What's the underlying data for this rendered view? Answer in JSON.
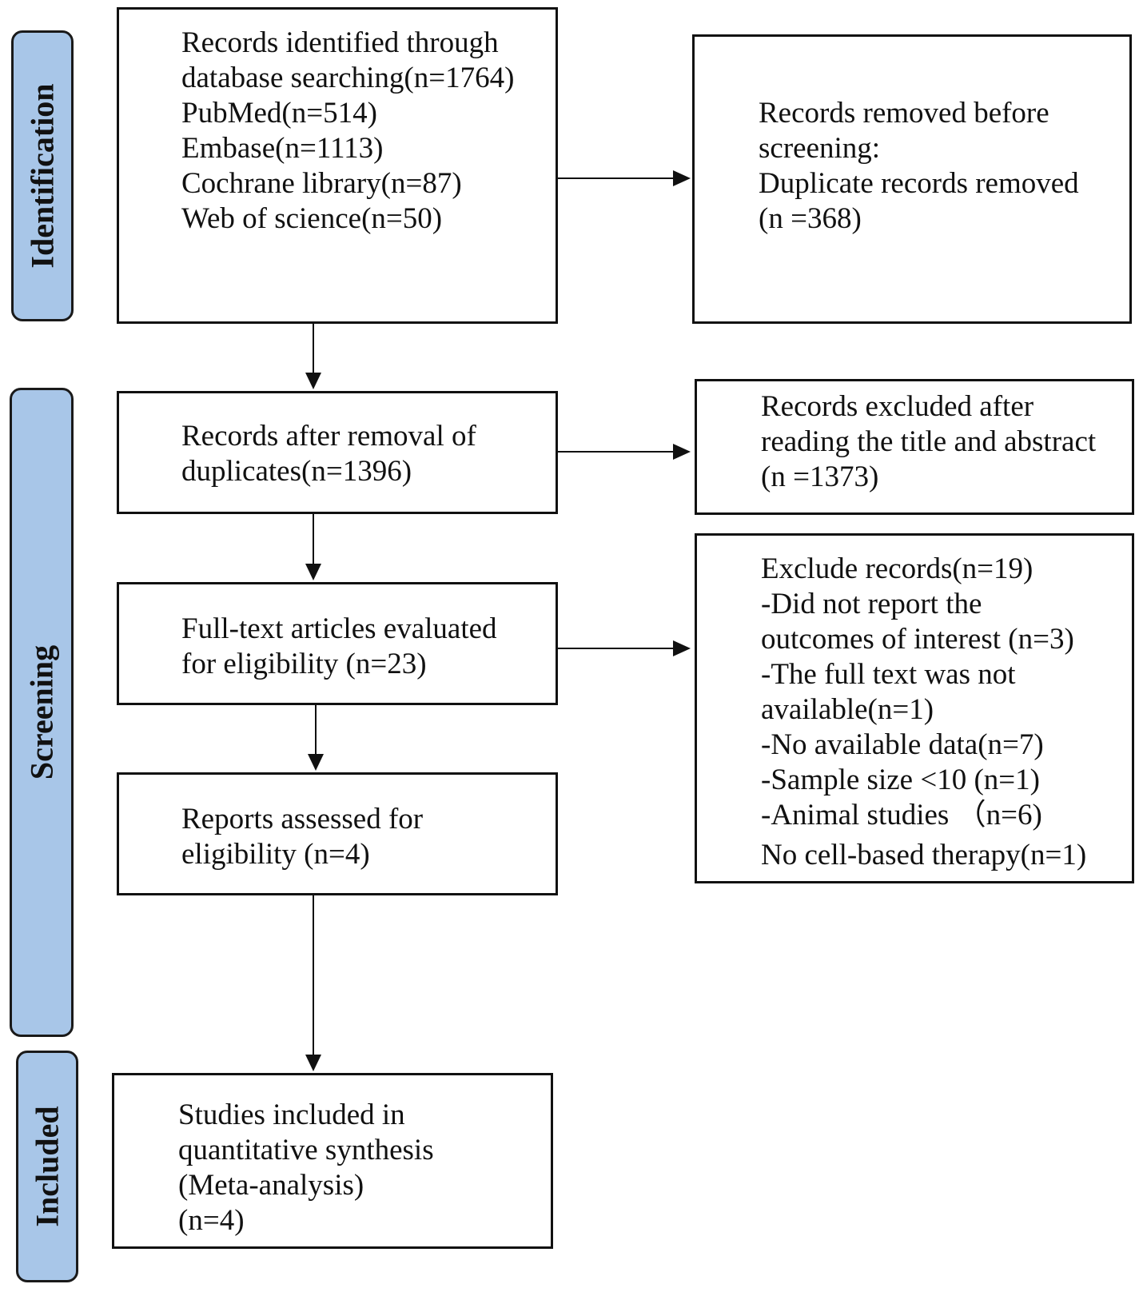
{
  "stages": {
    "identification": "Identification",
    "screening": "Screening",
    "included": "Included"
  },
  "boxes": {
    "identified": {
      "lines": [
        "Records identified through",
        "database searching(n=1764)",
        "PubMed(n=514)",
        "Embase(n=1113)",
        "Cochrane library(n=87)",
        "Web of science(n=50)"
      ]
    },
    "removed_before_screening": {
      "lines": [
        "Records removed before",
        "screening:",
        "Duplicate records removed",
        "(n =368)"
      ]
    },
    "after_duplicates": {
      "lines": [
        "Records after removal of",
        "duplicates(n=1396)"
      ]
    },
    "excluded_title_abstract": {
      "lines": [
        "Records excluded after",
        "reading the title and abstract",
        "(n =1373)"
      ]
    },
    "full_text": {
      "lines": [
        "Full-text articles evaluated",
        "for eligibility (n=23)"
      ]
    },
    "exclude_records": {
      "lines": [
        "Exclude records(n=19)",
        "-Did not report the",
        "outcomes of interest (n=3)",
        "-The full text was not",
        "available(n=1)",
        "-No available data(n=7)",
        "-Sample size <10 (n=1)",
        "-Animal studies （n=6)",
        "No cell-based therapy(n=1)"
      ]
    },
    "reports_assessed": {
      "lines": [
        "Reports assessed for",
        "eligibility (n=4)"
      ]
    },
    "studies_included": {
      "lines": [
        "Studies included in",
        "quantitative synthesis",
        "(Meta-analysis)",
        "(n=4)"
      ]
    }
  },
  "colors": {
    "stage_fill": "#a8c6e8",
    "line": "#111111"
  }
}
